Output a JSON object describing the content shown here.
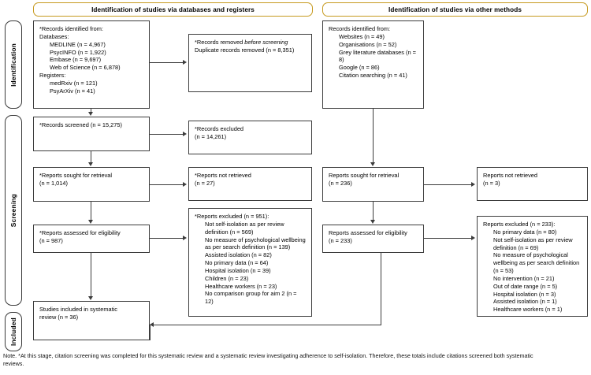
{
  "banners": {
    "left": "Identification of studies via databases and registers",
    "right": "Identification of studies via other methods"
  },
  "stages": {
    "identification": "Identification",
    "screening": "Screening",
    "included": "Included"
  },
  "left_arm": {
    "identified": {
      "title": "*Records identified from:",
      "databases_label": "Databases:",
      "databases": [
        "MEDLINE (n = 4,967)",
        "PsycINFO (n = 1,922)",
        "Embase (n = 9,697)",
        "Web of Science (n = 6,878)"
      ],
      "registers_label": "Registers:",
      "registers": [
        "medRxiv (n = 121)",
        "PsyArXiv (n = 41)"
      ]
    },
    "removed": {
      "line1_prefix": "*Records removed ",
      "line1_italic": "before screening",
      "line2": "Duplicate records removed (n = 8,351)"
    },
    "screened": "*Records screened (n = 15,275)",
    "records_excluded": {
      "line1": "*Records excluded",
      "line2": "(n = 14,261)"
    },
    "sought": {
      "line1": "*Reports sought for retrieval",
      "line2": "(n = 1,014)"
    },
    "not_retrieved": {
      "line1": "*Reports not retrieved",
      "line2": "(n = 27)"
    },
    "assessed": {
      "line1": "*Reports assessed for eligibility",
      "line2": "(n = 987)"
    },
    "reports_excluded": {
      "title": "*Reports excluded (n = 951):",
      "reasons": [
        "Not self-isolation as per review definition (n = 569)",
        "No measure of psychological wellbeing as per search definition (n = 139)",
        "Assisted isolation (n = 82)",
        "No primary data (n = 64)",
        "Hospital isolation (n = 39)",
        "Children (n = 23)",
        "Healthcare workers (n = 23)",
        "No comparison group for aim 2 (n = 12)"
      ]
    },
    "included": {
      "line1": "Studies included in systematic",
      "line2": "review (n = 36)"
    }
  },
  "right_arm": {
    "identified": {
      "title": "Records identified from:",
      "sources": [
        "Websites (n = 49)",
        "Organisations (n = 52)",
        "Grey literature databases (n = 8)",
        "Google (n = 86)",
        "Citation searching (n = 41)"
      ]
    },
    "sought": {
      "line1": "Reports sought for retrieval",
      "line2": "(n = 236)"
    },
    "not_retrieved": {
      "line1": "Reports not retrieved",
      "line2": "(n = 3)"
    },
    "assessed": {
      "line1": "Reports assessed for eligibility",
      "line2": "(n = 233)"
    },
    "excluded": {
      "title": "Reports excluded (n = 233):",
      "reasons": [
        "No primary data (n = 80)",
        "Not self-isolation as per review definition (n = 69)",
        "No measure of psychological wellbeing as per search definition (n = 53)",
        "No intervention (n = 21)",
        "Out of date range (n = 5)",
        "Hospital isolation (n = 3)",
        "Assisted isolation (n = 1)",
        "Healthcare workers (n = 1)"
      ]
    }
  },
  "footnote": "Note. *At this stage, citation screening was completed for this systematic review and a systematic review investigating adherence to self-isolation. Therefore, these totals include citations screened both systematic reviews.",
  "colors": {
    "banner_border": "#c69a1f",
    "box_border": "#3c3c3c",
    "connector": "#3c3c3c"
  }
}
